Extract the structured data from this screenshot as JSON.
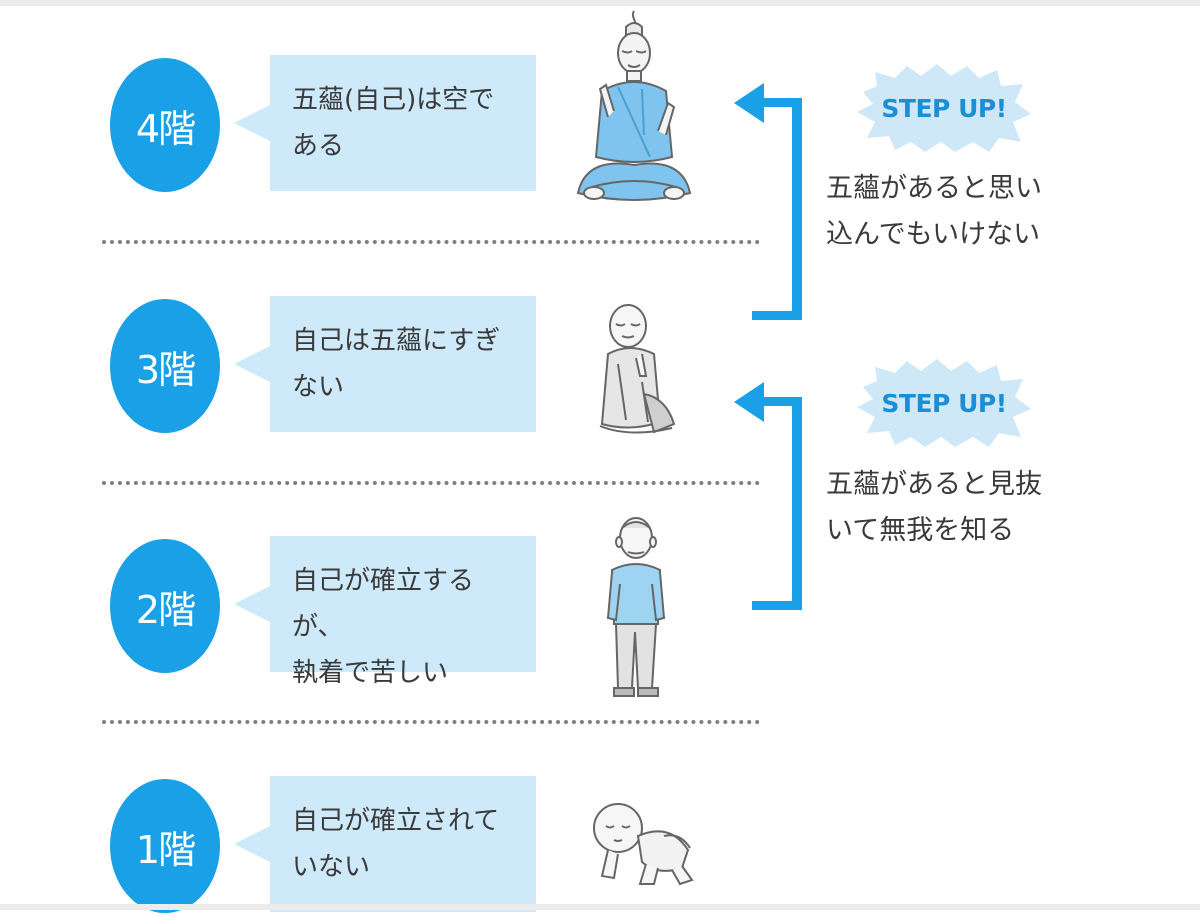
{
  "levels": [
    {
      "floor_label": "4階",
      "text_line1": "五蘊(自己)は空で",
      "text_line2": "ある",
      "figure_icon": "meditating-buddha-icon"
    },
    {
      "floor_label": "3階",
      "text_line1": "自己は五蘊にすぎ",
      "text_line2": "ない",
      "figure_icon": "praying-monk-icon"
    },
    {
      "floor_label": "2階",
      "text_line1": "自己が確立するが、",
      "text_line2": "執着で苦しい",
      "figure_icon": "standing-man-icon"
    },
    {
      "floor_label": "1階",
      "text_line1": "自己が確立されて",
      "text_line2": "いない",
      "figure_icon": "crawling-baby-icon"
    }
  ],
  "steps": [
    {
      "badge": "STEP UP!",
      "note_line1": "五蘊があると思い",
      "note_line2": "込んでもいけない"
    },
    {
      "badge": "STEP UP!",
      "note_line1": "五蘊があると見抜",
      "note_line2": "いて無我を知る"
    }
  ],
  "colors": {
    "accent": "#1aa0e6",
    "bubble": "#cde9fa",
    "burst": "#cfe8f8",
    "text": "#3a3a3a"
  }
}
